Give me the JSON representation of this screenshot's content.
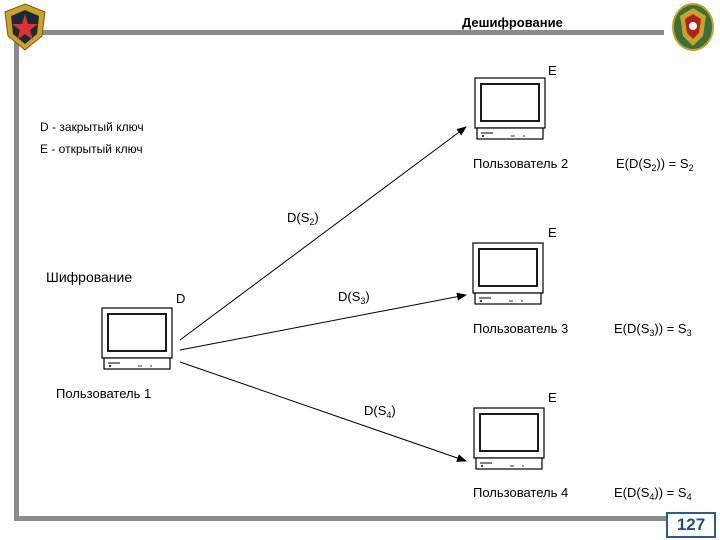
{
  "title": "Дешифрование",
  "legend": {
    "d_line": "D  -  закрытый  ключ",
    "e_line": "E  -  открытый  ключ"
  },
  "encrypt_label": "Шифрование",
  "user1": {
    "name": "Пользователь  1",
    "key": "D"
  },
  "users": [
    {
      "name": "Пользователь  2",
      "key": "E",
      "formula_pre": "E(D(S",
      "sub": "2",
      "formula_mid": ")) = S",
      "formula_sub2": "2"
    },
    {
      "name": "Пользователь  3",
      "key": "E",
      "formula_pre": "E(D(S",
      "sub": "3",
      "formula_mid": ")) = S",
      "formula_sub2": "3"
    },
    {
      "name": "Пользователь  4",
      "key": "E",
      "formula_pre": "E(D(S",
      "sub": "4",
      "formula_mid": ")) = S",
      "formula_sub2": "4"
    }
  ],
  "arrows": [
    {
      "pre": "D(S",
      "sub": "2",
      "post": ")"
    },
    {
      "pre": "D(S",
      "sub": "3",
      "post": ")"
    },
    {
      "pre": "D(S",
      "sub": "4",
      "post": ")"
    }
  ],
  "page_number": "127",
  "colors": {
    "frame": "#8a8a8a",
    "page_border": "#2a5d8f",
    "page_text": "#1f4e79",
    "emblem_gold": "#c9a227",
    "emblem_dark": "#1b2a3a"
  },
  "icons": [
    "emblem-left",
    "emblem-right",
    "computer-icon"
  ]
}
